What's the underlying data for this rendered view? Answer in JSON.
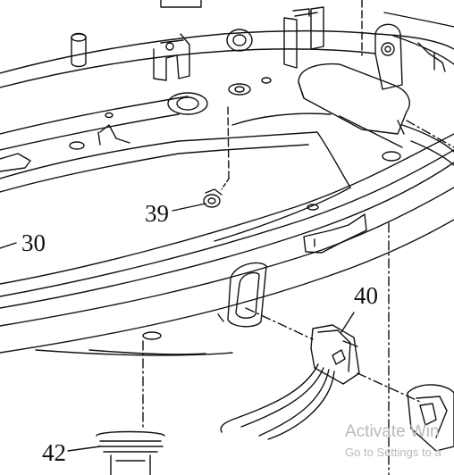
{
  "labels": {
    "part_39": "39",
    "part_30": "30",
    "part_40": "40",
    "part_42": "42"
  },
  "watermark": {
    "line1": "Activate Win",
    "line2": "Go to Settings to a"
  },
  "colors": {
    "ink": "#111111",
    "paper": "#ffffff",
    "watermark": "#b9b9b9"
  }
}
